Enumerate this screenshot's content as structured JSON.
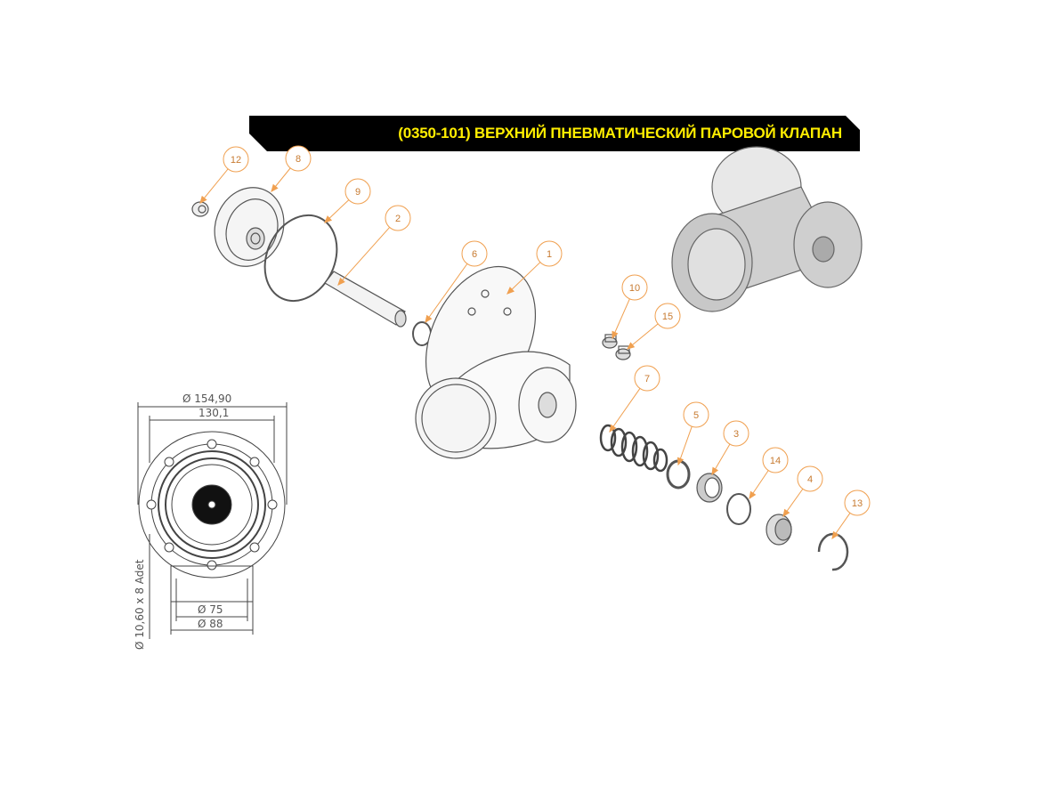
{
  "title": "(0350-101) ВЕРХНИЙ ПНЕВМАТИЧЕСКИЙ ПАРОВОЙ КЛАПАН",
  "colors": {
    "banner": "#000000",
    "title_text": "#ffee00",
    "callout": "#f0a050",
    "line": "#444444"
  },
  "callouts": [
    {
      "label": "12"
    },
    {
      "label": "8"
    },
    {
      "label": "9"
    },
    {
      "label": "2"
    },
    {
      "label": "6"
    },
    {
      "label": "1"
    },
    {
      "label": "10"
    },
    {
      "label": "15"
    },
    {
      "label": "7"
    },
    {
      "label": "5"
    },
    {
      "label": "3"
    },
    {
      "label": "14"
    },
    {
      "label": "4"
    },
    {
      "label": "13"
    }
  ],
  "dimensions": {
    "outer_diameter": "Ø 154,90",
    "bolt_circle": "130,1",
    "holes": "Ø 10,60 x 8 Adet",
    "inner_d75": "Ø 75",
    "inner_d88": "Ø 88"
  }
}
